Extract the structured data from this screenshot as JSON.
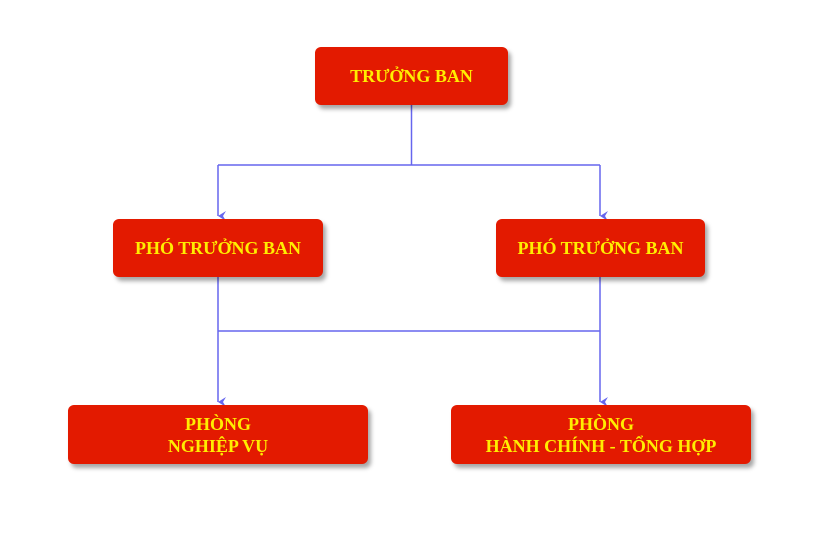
{
  "diagram": {
    "nodes": {
      "head": {
        "label": "TRƯỞNG BAN"
      },
      "deputy_1": {
        "label": "PHÓ TRƯỞNG BAN"
      },
      "deputy_2": {
        "label": "PHÓ TRƯỞNG BAN"
      },
      "dept_operations": {
        "line1": "PHÒNG",
        "line2": "NGHIỆP VỤ"
      },
      "dept_admin": {
        "line1": "PHÒNG",
        "line2": "HÀNH CHÍNH - TỔNG HỢP"
      }
    },
    "edges": [
      {
        "from": "head",
        "to": "deputy_1"
      },
      {
        "from": "head",
        "to": "deputy_2"
      },
      {
        "from": "deputy_1",
        "to": "dept_operations"
      },
      {
        "from": "deputy_1",
        "to": "dept_admin"
      },
      {
        "from": "deputy_2",
        "to": "dept_operations"
      },
      {
        "from": "deputy_2",
        "to": "dept_admin"
      }
    ],
    "colors": {
      "box_fill": "#e31a00",
      "box_text": "#ffee00",
      "connector": "#6666ee",
      "background": "#ffffff"
    }
  }
}
